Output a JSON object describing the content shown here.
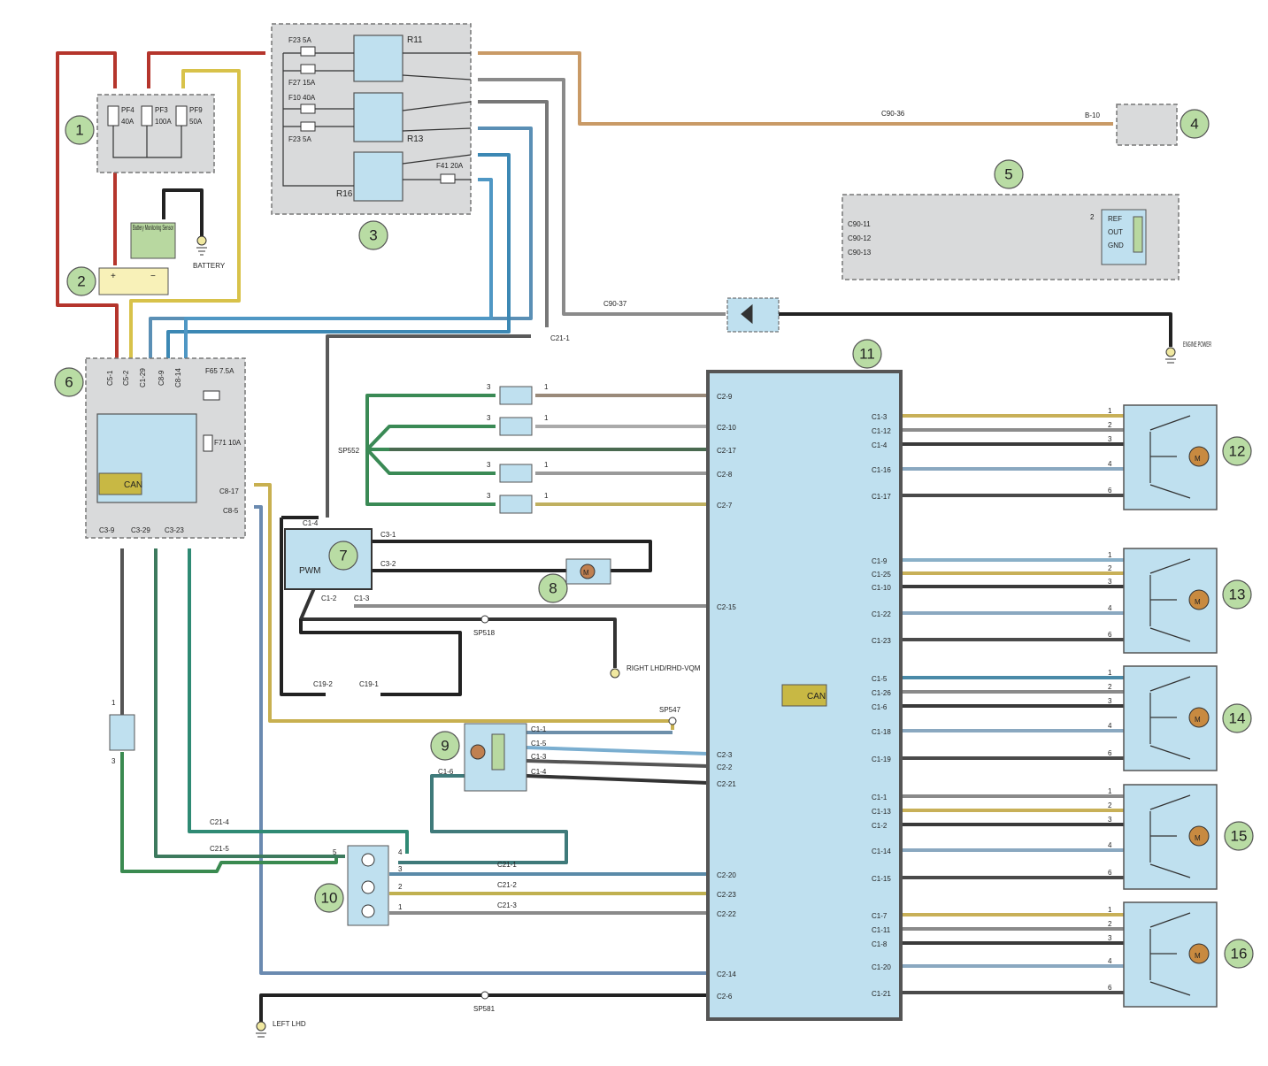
{
  "callouts": [
    "1",
    "2",
    "3",
    "4",
    "5",
    "6",
    "7",
    "8",
    "9",
    "10",
    "11",
    "12",
    "13",
    "14",
    "15",
    "16"
  ],
  "fuse_box": {
    "fuses": [
      {
        "name": "PF4",
        "rating": "40A"
      },
      {
        "name": "PF3",
        "rating": "100A"
      },
      {
        "name": "PF9",
        "rating": "50A"
      }
    ]
  },
  "battery": {
    "sensor_label": "Battery Monitoring Sensor",
    "ground_label": "BATTERY",
    "plus": "+",
    "minus": "−"
  },
  "relay_box": {
    "fuses": [
      "F23 5A",
      "F27 15A",
      "F10 40A",
      "F23 5A",
      "F41 20A"
    ],
    "relays": [
      "R11",
      "R13",
      "R16"
    ]
  },
  "connectors": {
    "c90_36": "C90-36",
    "b_10": "B-10",
    "c90_37": "C90-37",
    "c21_1_top": "C21-1",
    "engine_ground": "ENGINE POWER"
  },
  "sensor5": {
    "pins": [
      "C90-11",
      "C90-12",
      "C90-13"
    ],
    "terms": [
      "REF",
      "OUT",
      "GND"
    ],
    "pin_no": "2"
  },
  "module6": {
    "top_pins": [
      "C5-1",
      "C5-2",
      "C1-29",
      "C8-9",
      "C8-14"
    ],
    "fuses": [
      "F65 7.5A",
      "F71 10A"
    ],
    "can": "CAN",
    "side_pins": [
      "C8-17",
      "C8-5"
    ],
    "bottom_pins": [
      "C3-9",
      "C3-29",
      "C3-23"
    ]
  },
  "module7": {
    "label": "PWM",
    "pins": [
      "C1-4",
      "C3-1",
      "C3-2",
      "C1-2",
      "C1-3"
    ],
    "splice": "SP518",
    "ground": "RIGHT LHD/RHD-VQM",
    "c19": [
      "C19-2",
      "C19-1"
    ]
  },
  "sensors_left": {
    "splice": "SP552",
    "pin_in": "3",
    "pin_out": "1"
  },
  "module11": {
    "can": "CAN",
    "left_pins": [
      "C2-9",
      "C2-10",
      "C2-17",
      "C2-8",
      "C2-7",
      "C2-15",
      "C2-3",
      "C2-2",
      "C2-21",
      "C2-20",
      "C2-23",
      "C2-22",
      "C2-14",
      "C2-6"
    ],
    "right_pins": [
      [
        "C1-3",
        "C1-12",
        "C1-4",
        "C1-16",
        "C1-17"
      ],
      [
        "C1-9",
        "C1-25",
        "C1-10",
        "C1-22",
        "C1-23"
      ],
      [
        "C1-5",
        "C1-26",
        "C1-6",
        "C1-18",
        "C1-19"
      ],
      [
        "C1-1",
        "C1-13",
        "C1-2",
        "C1-14",
        "C1-15"
      ],
      [
        "C1-7",
        "C1-11",
        "C1-8",
        "C1-20",
        "C1-21"
      ]
    ]
  },
  "motor_pins": [
    "1",
    "2",
    "3",
    "4",
    "6"
  ],
  "motor_label": "M",
  "module9": {
    "pins": [
      "C1-1",
      "C1-5",
      "C1-3",
      "C1-4",
      "C1-6"
    ],
    "splice": "SP547"
  },
  "module10": {
    "pins_left": [
      "5"
    ],
    "pins_right": [
      "4",
      "3",
      "2",
      "1"
    ],
    "connectors": [
      "C21-4",
      "C21-5",
      "C21-1",
      "C21-2",
      "C21-3"
    ]
  },
  "sensor_left_bottom": {
    "pins": [
      "1",
      "3"
    ]
  },
  "ground_bottom": {
    "splice": "SP581",
    "label": "LEFT LHD"
  }
}
